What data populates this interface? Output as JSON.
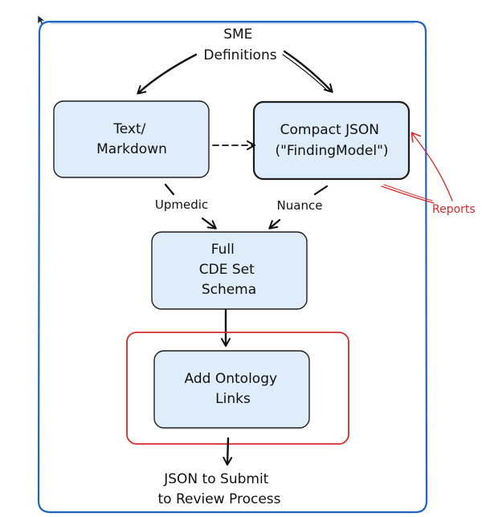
{
  "diagram": {
    "top_label": [
      "SME",
      "Definitions"
    ],
    "box_text_markdown": [
      "Text/",
      "Markdown"
    ],
    "box_compact_json": [
      "Compact JSON",
      "(\"FindingModel\")"
    ],
    "label_upmedic": "Upmedic",
    "label_nuance": "Nuance",
    "label_reports": "Reports",
    "box_full_cde": [
      "Full",
      "CDE Set",
      "Schema"
    ],
    "box_ontology": [
      "Add Ontology",
      "Links"
    ],
    "bottom_label": [
      "JSON to Submit",
      "to Review Process"
    ]
  },
  "colors": {
    "frame": "#1f64c0",
    "box_fill": "#deedf9",
    "box_stroke": "#1e1e1e",
    "highlight": "#d62b2b",
    "arrow": "#111111"
  },
  "icons": {
    "cursor": "mouse-cursor-icon"
  }
}
